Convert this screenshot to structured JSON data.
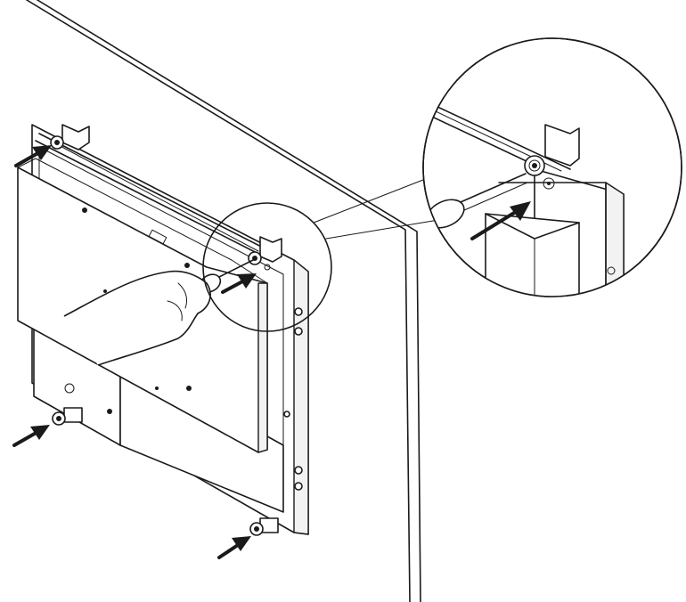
{
  "figure": {
    "kind": "installation-diagram",
    "colors": {
      "line": "#1a1a1a",
      "background": "#ffffff",
      "panel_fill": "#f2f2f2"
    },
    "arrows": [
      {
        "target": "top-left-screw"
      },
      {
        "target": "top-right-screw"
      },
      {
        "target": "bottom-left-screw"
      },
      {
        "target": "bottom-right-screw"
      },
      {
        "target": "detail-screw"
      }
    ]
  }
}
